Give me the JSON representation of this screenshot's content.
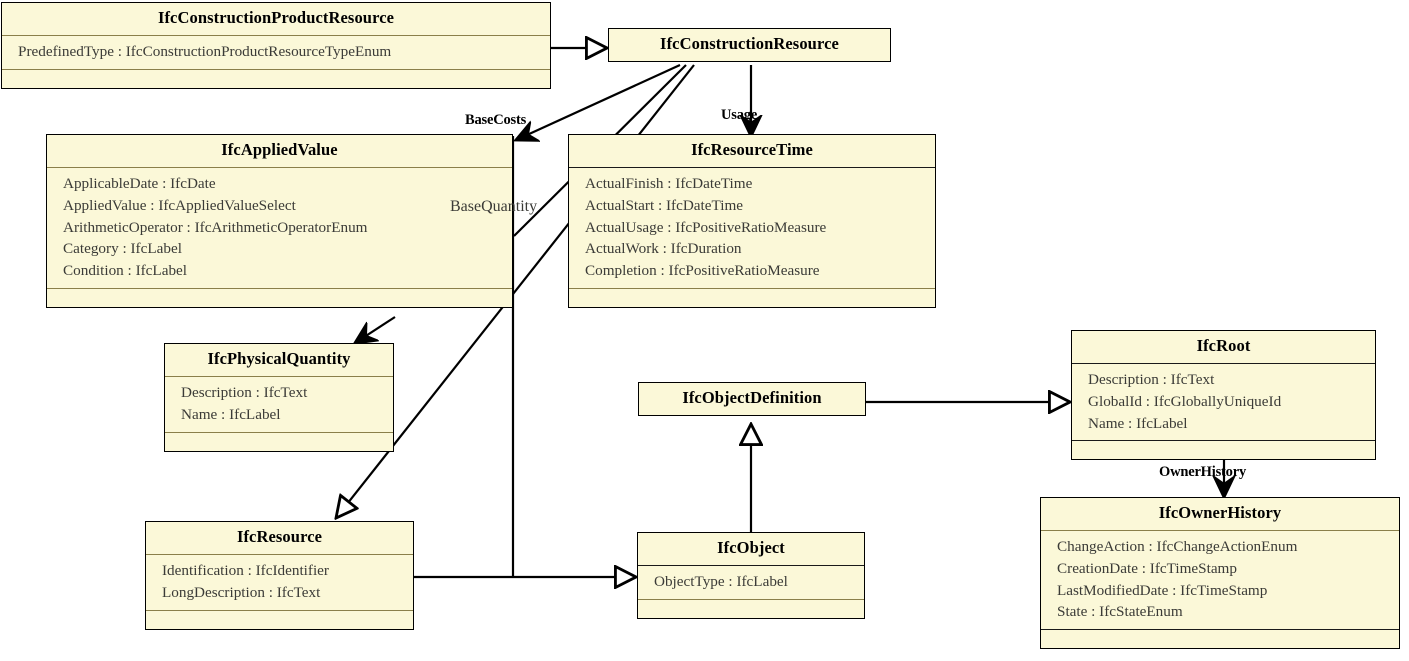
{
  "diagram": {
    "kind": "uml-class-diagram",
    "title": "IFC Construction Resource schema",
    "colors": {
      "class_fill": "#fbf8d8",
      "class_border": "#000000",
      "compartment_rule": "#8a7f4a",
      "text": "#3b3b37",
      "title_text": "#000000",
      "edge": "#000000",
      "background": "#ffffff"
    }
  },
  "classes": [
    {
      "id": "ifc-construction-product-resource",
      "name": "IfcConstructionProductResource",
      "attributes": [
        "PredefinedType : IfcConstructionProductResourceTypeEnum"
      ],
      "has_operations_compartment": true
    },
    {
      "id": "ifc-construction-resource",
      "name": "IfcConstructionResource",
      "attributes": [],
      "has_operations_compartment": false
    },
    {
      "id": "ifc-applied-value",
      "name": "IfcAppliedValue",
      "attributes": [
        "ApplicableDate : IfcDate",
        "AppliedValue : IfcAppliedValueSelect",
        "ArithmeticOperator : IfcArithmeticOperatorEnum",
        "Category : IfcLabel",
        "Condition : IfcLabel"
      ],
      "has_operations_compartment": true
    },
    {
      "id": "ifc-resource-time",
      "name": "IfcResourceTime",
      "attributes": [
        "ActualFinish : IfcDateTime",
        "ActualStart : IfcDateTime",
        "ActualUsage : IfcPositiveRatioMeasure",
        "ActualWork : IfcDuration",
        "Completion : IfcPositiveRatioMeasure"
      ],
      "has_operations_compartment": true
    },
    {
      "id": "ifc-physical-quantity",
      "name": "IfcPhysicalQuantity",
      "attributes": [
        "Description : IfcText",
        "Name : IfcLabel"
      ],
      "has_operations_compartment": true
    },
    {
      "id": "ifc-object-definition",
      "name": "IfcObjectDefinition",
      "attributes": [],
      "has_operations_compartment": false
    },
    {
      "id": "ifc-root",
      "name": "IfcRoot",
      "attributes": [
        "Description : IfcText",
        "GlobalId : IfcGloballyUniqueId",
        "Name : IfcLabel"
      ],
      "has_operations_compartment": true
    },
    {
      "id": "ifc-owner-history",
      "name": "IfcOwnerHistory",
      "attributes": [
        "ChangeAction : IfcChangeActionEnum",
        "CreationDate : IfcTimeStamp",
        "LastModifiedDate : IfcTimeStamp",
        "State : IfcStateEnum"
      ],
      "has_operations_compartment": true
    },
    {
      "id": "ifc-resource",
      "name": "IfcResource",
      "attributes": [
        "Identification : IfcIdentifier",
        "LongDescription : IfcText"
      ],
      "has_operations_compartment": true
    },
    {
      "id": "ifc-object",
      "name": "IfcObject",
      "attributes": [
        "ObjectType : IfcLabel"
      ],
      "has_operations_compartment": true
    }
  ],
  "edge_labels": {
    "base_costs": "BaseCosts",
    "usage": "Usage",
    "base_quantity": "BaseQuantity",
    "owner_history": "OwnerHistory"
  },
  "relationships": [
    {
      "from": "IfcConstructionProductResource",
      "to": "IfcConstructionResource",
      "type": "generalization",
      "label": ""
    },
    {
      "from": "IfcConstructionResource",
      "to": "IfcAppliedValue",
      "type": "association",
      "label": "BaseCosts"
    },
    {
      "from": "IfcConstructionResource",
      "to": "IfcResourceTime",
      "type": "association",
      "label": "Usage"
    },
    {
      "from": "IfcConstructionResource",
      "to": "IfcAppliedValue",
      "type": "association",
      "label": "BaseQuantity"
    },
    {
      "from": "IfcConstructionResource",
      "to": "IfcResource",
      "type": "generalization",
      "label": ""
    },
    {
      "from": "IfcAppliedValue",
      "to": "IfcPhysicalQuantity",
      "type": "association",
      "label": ""
    },
    {
      "from": "IfcResource",
      "to": "IfcObject",
      "type": "generalization",
      "label": ""
    },
    {
      "from": "IfcObject",
      "to": "IfcObjectDefinition",
      "type": "generalization",
      "label": ""
    },
    {
      "from": "IfcObjectDefinition",
      "to": "IfcRoot",
      "type": "generalization",
      "label": ""
    },
    {
      "from": "IfcRoot",
      "to": "IfcOwnerHistory",
      "type": "association",
      "label": "OwnerHistory"
    }
  ]
}
